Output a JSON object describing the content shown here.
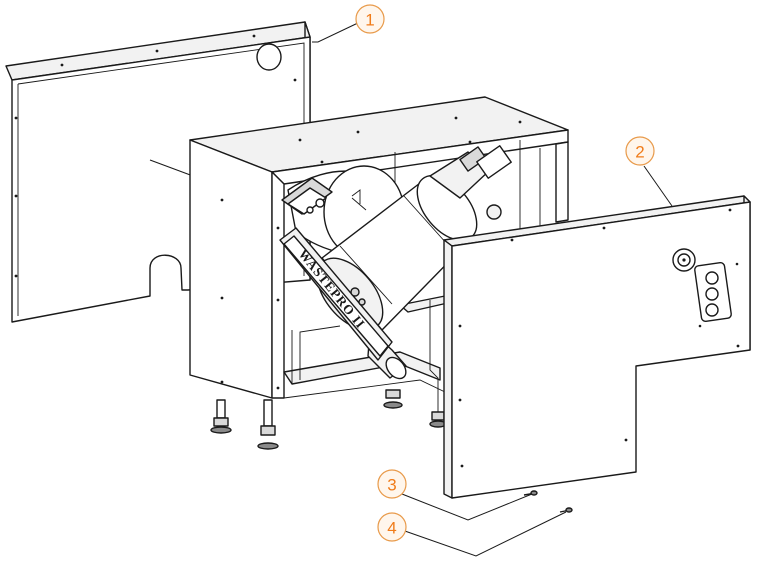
{
  "callouts": [
    {
      "id": "1",
      "label": "1"
    },
    {
      "id": "2",
      "label": "2"
    },
    {
      "id": "3",
      "label": "3"
    },
    {
      "id": "4",
      "label": "4"
    }
  ],
  "unit_brand_label": "WASTEPRO II",
  "colors": {
    "callout_text": "#f07c1a",
    "callout_stroke": "#e89a4a",
    "callout_fill": "#fff6ec",
    "line_art": "#1a1a1a"
  }
}
